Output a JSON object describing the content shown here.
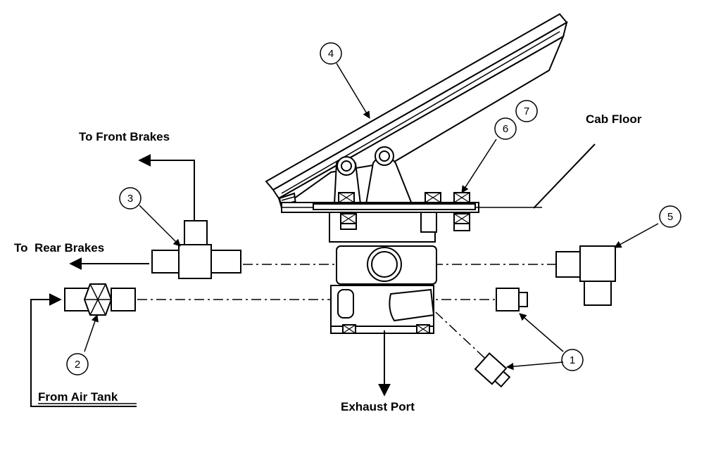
{
  "labels": {
    "front_brakes": "To Front Brakes",
    "rear_brakes": "To  Rear Brakes",
    "air_tank": "From Air Tank",
    "exhaust": "Exhaust Port",
    "cab_floor": "Cab Floor"
  },
  "callouts": [
    "1",
    "2",
    "3",
    "4",
    "5",
    "6",
    "7"
  ]
}
